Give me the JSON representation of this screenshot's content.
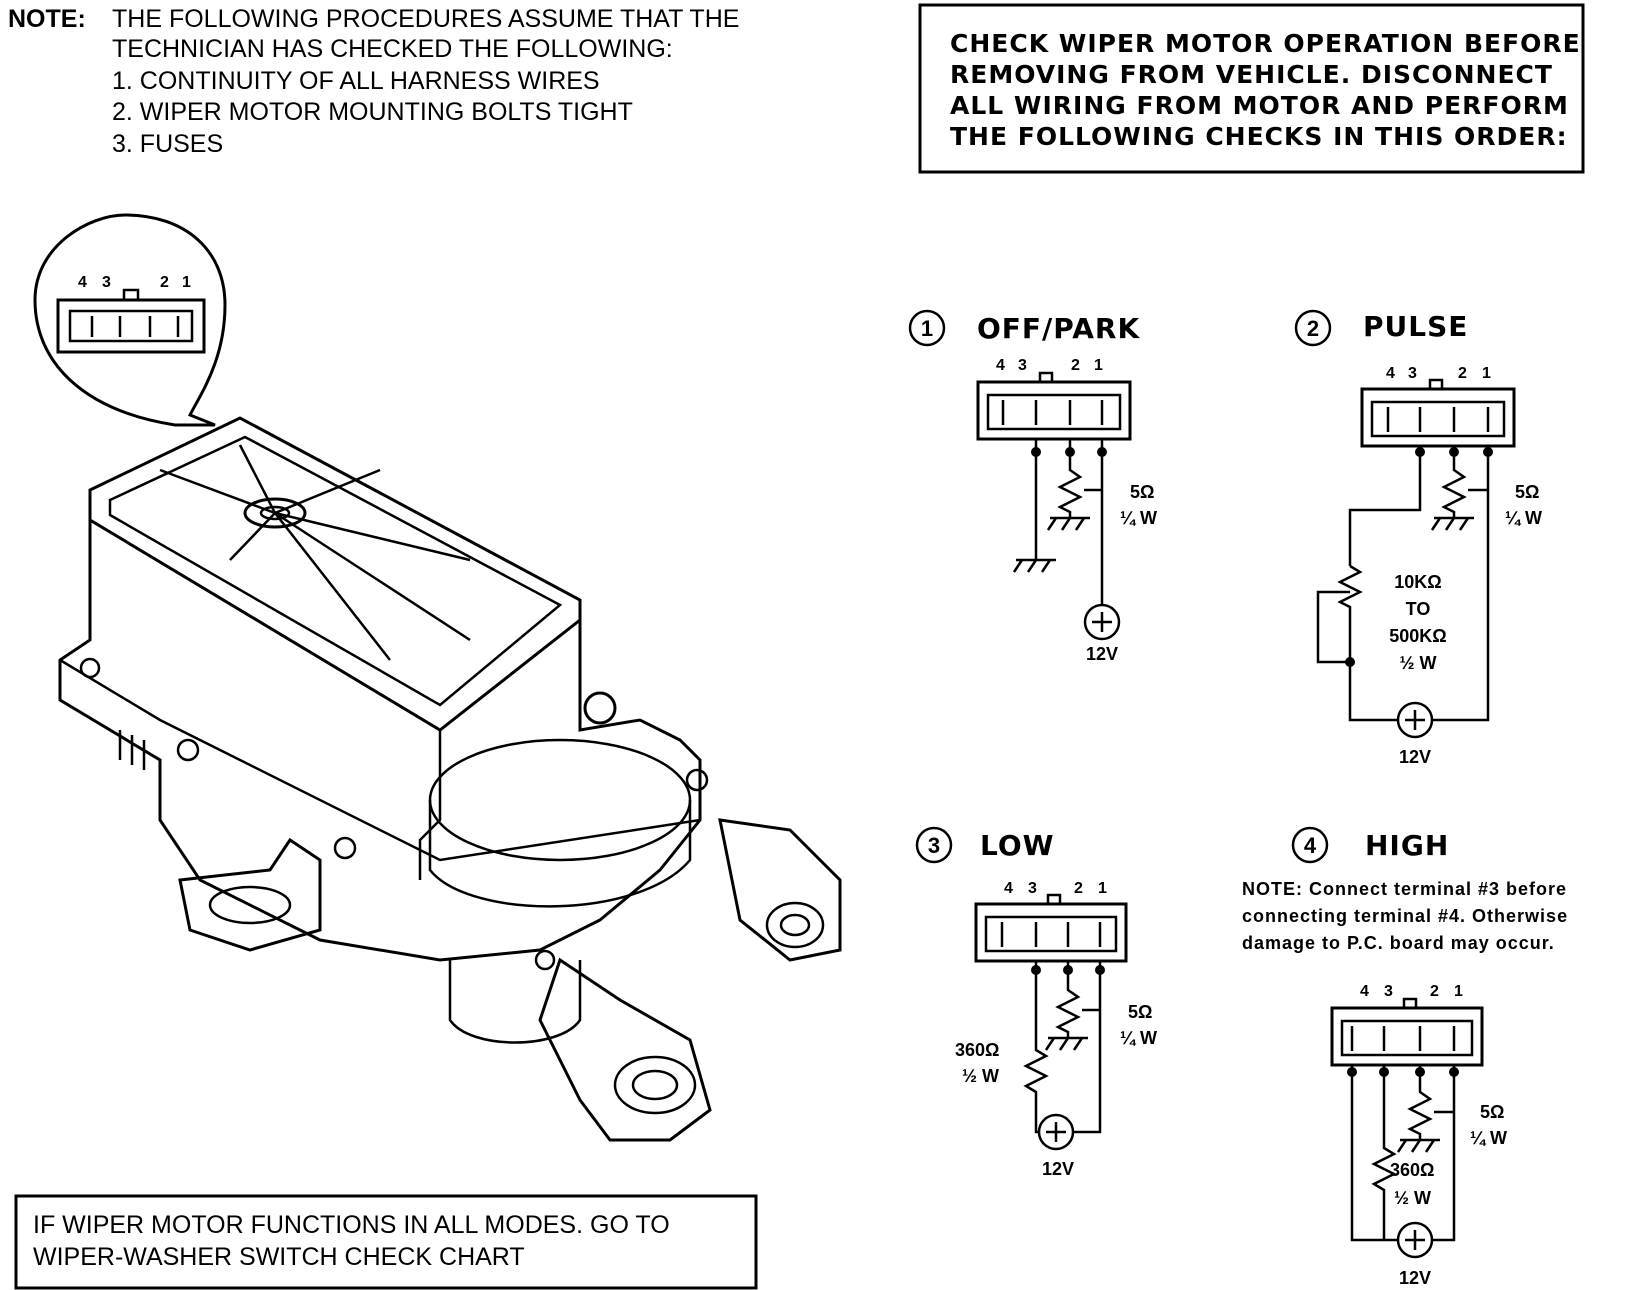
{
  "note": {
    "label": "NOTE:",
    "lines": [
      "THE FOLLOWING PROCEDURES ASSUME THAT THE",
      "TECHNICIAN HAS CHECKED THE FOLLOWING:",
      "1.  CONTINUITY OF ALL HARNESS WIRES",
      "2.  WIPER MOTOR MOUNTING BOLTS TIGHT",
      "3.  FUSES"
    ]
  },
  "check_box": {
    "lines": [
      "CHECK WIPER MOTOR OPERATION BEFORE",
      "REMOVING FROM VEHICLE. DISCONNECT",
      "ALL WIRING FROM MOTOR AND PERFORM",
      "THE FOLLOWING CHECKS IN THIS ORDER:"
    ]
  },
  "connector_pins": [
    "4",
    "3",
    "2",
    "1"
  ],
  "steps": [
    {
      "number": "1",
      "title": "OFF/PARK",
      "resistor": "5Ω",
      "wattage": "¼ W",
      "voltage": "12V"
    },
    {
      "number": "2",
      "title": "PULSE",
      "resistor": "5Ω",
      "wattage": "¼ W",
      "pot_lines": [
        "10KΩ",
        "TO",
        "500KΩ",
        "½ W"
      ],
      "voltage": "12V"
    },
    {
      "number": "3",
      "title": "LOW",
      "resistor": "5Ω",
      "wattage": "¼ W",
      "series_resistor": "360Ω",
      "series_wattage": "½ W",
      "voltage": "12V"
    },
    {
      "number": "4",
      "title": "HIGH",
      "note_lines": [
        "NOTE: Connect terminal #3 before",
        "connecting terminal #4. Otherwise",
        "damage to P.C. board may occur."
      ],
      "resistor": "5Ω",
      "wattage": "¼ W",
      "series_resistor": "360Ω",
      "series_wattage": "½ W",
      "voltage": "12V"
    }
  ],
  "bottom_box": {
    "lines": [
      "IF WIPER MOTOR FUNCTIONS IN ALL MODES. GO TO",
      "WIPER-WASHER SWITCH CHECK CHART"
    ]
  }
}
